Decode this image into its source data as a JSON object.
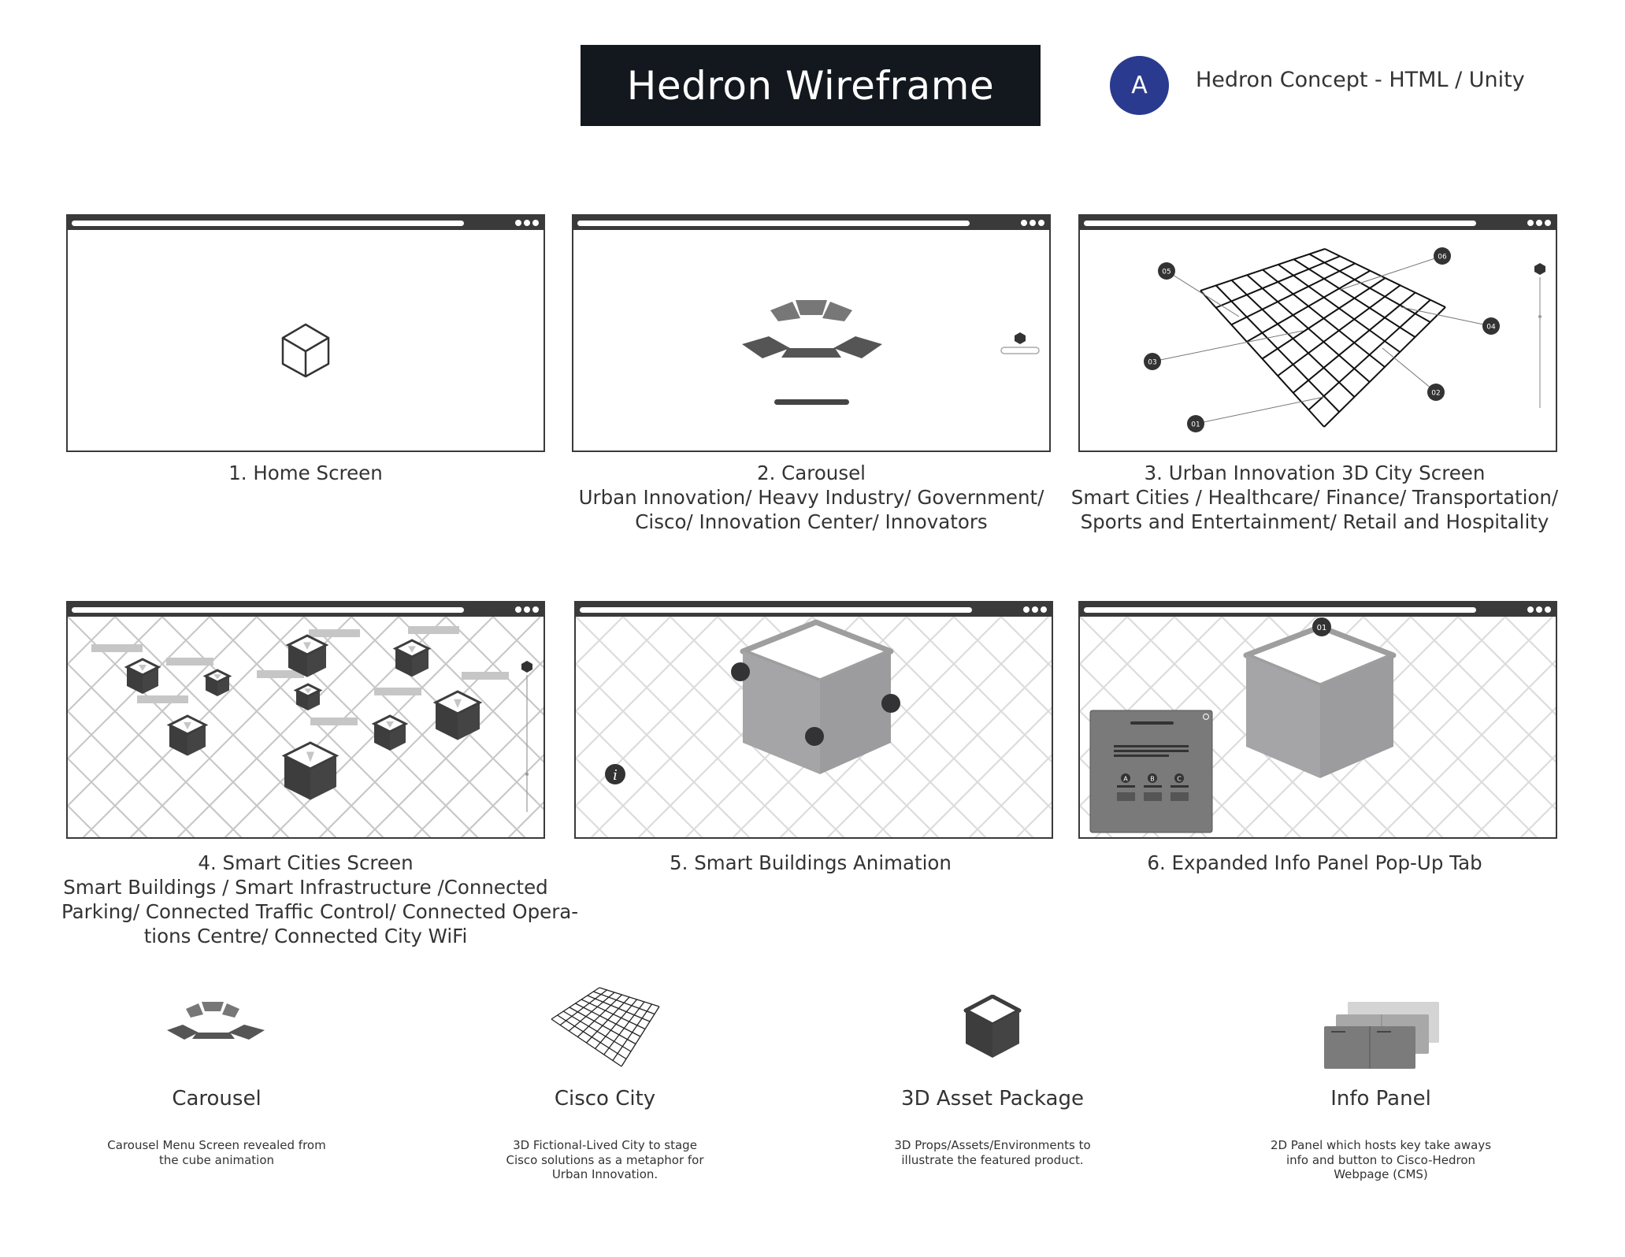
{
  "header": {
    "title": "Hedron Wireframe",
    "badge_letter": "A",
    "subtitle": "Hedron Concept - HTML / Unity"
  },
  "screens": [
    {
      "caption": [
        "1. Home Screen"
      ]
    },
    {
      "caption": [
        "2. Carousel",
        "Urban Innovation/ Heavy Industry/ Government/",
        "Cisco/ Innovation Center/ Innovators"
      ]
    },
    {
      "caption": [
        "3. Urban Innovation 3D City Screen",
        "Smart Cities / Healthcare/ Finance/ Transportation/",
        "Sports and Entertainment/ Retail and Hospitality"
      ],
      "markers": [
        "01",
        "02",
        "03",
        "04",
        "05",
        "06"
      ]
    },
    {
      "caption": [
        "4. Smart Cities Screen",
        "Smart Buildings / Smart Infrastructure /Connected",
        "Parking/ Connected Traffic Control/ Connected Opera-",
        "tions Centre/ Connected City WiFi"
      ]
    },
    {
      "caption": [
        "5. Smart Buildings Animation"
      ],
      "info_icon": "i"
    },
    {
      "caption": [
        "6. Expanded Info Panel Pop-Up Tab"
      ],
      "marker": "01",
      "panel_buttons": [
        "A",
        "B",
        "C"
      ]
    }
  ],
  "legend": [
    {
      "icon": "carousel-icon",
      "title": "Carousel",
      "desc": [
        "Carousel Menu Screen revealed from",
        "the cube animation"
      ]
    },
    {
      "icon": "grid-icon",
      "title": "Cisco City",
      "desc": [
        "3D Fictional-Lived City to stage",
        "Cisco solutions as a metaphor for",
        "Urban Innovation."
      ]
    },
    {
      "icon": "cube-icon",
      "title": "3D Asset Package",
      "desc": [
        "3D Props/Assets/Environments to",
        "illustrate the featured product."
      ]
    },
    {
      "icon": "panels-icon",
      "title": "Info Panel",
      "desc": [
        "2D Panel which hosts key take aways",
        "info and button to Cisco-Hedron",
        "Webpage (CMS)"
      ]
    }
  ],
  "colors": {
    "title_bg": "#13181e",
    "badge": "#2a3a8f",
    "frame": "#3a3a3a",
    "dark_shape": "#3d3d3d",
    "mid_gray": "#9e9e9e"
  }
}
